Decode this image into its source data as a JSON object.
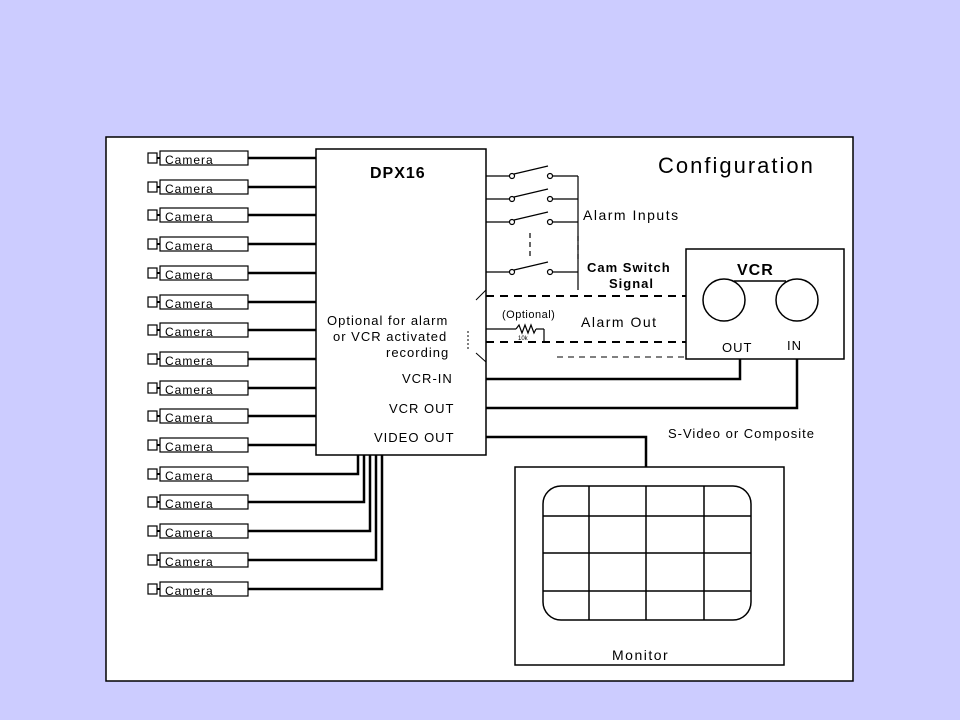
{
  "diagram": {
    "title": "Configuration",
    "dpx_title": "DPX16",
    "camera_label": "Camera",
    "camera_count": 16,
    "alarm_inputs_label": "Alarm Inputs",
    "cam_switch_line1": "Cam Switch",
    "cam_switch_line2": "Signal",
    "vcr_title": "VCR",
    "vcr_out_label": "OUT",
    "vcr_in_label": "IN",
    "optional_paren": "(Optional)",
    "resistor_label": "10k",
    "alarm_out_label": "Alarm Out",
    "optional_note_line1": "Optional for alarm",
    "optional_note_line2": "or VCR activated",
    "optional_note_line3": "recording",
    "vcr_in_port": "VCR-IN",
    "vcr_out_port": "VCR OUT",
    "video_out_port": "VIDEO OUT",
    "video_type_label": "S-Video or Composite",
    "monitor_label": "Monitor",
    "colors": {
      "background": "#ccccff",
      "panel": "#ffffff",
      "line": "#000000"
    }
  }
}
